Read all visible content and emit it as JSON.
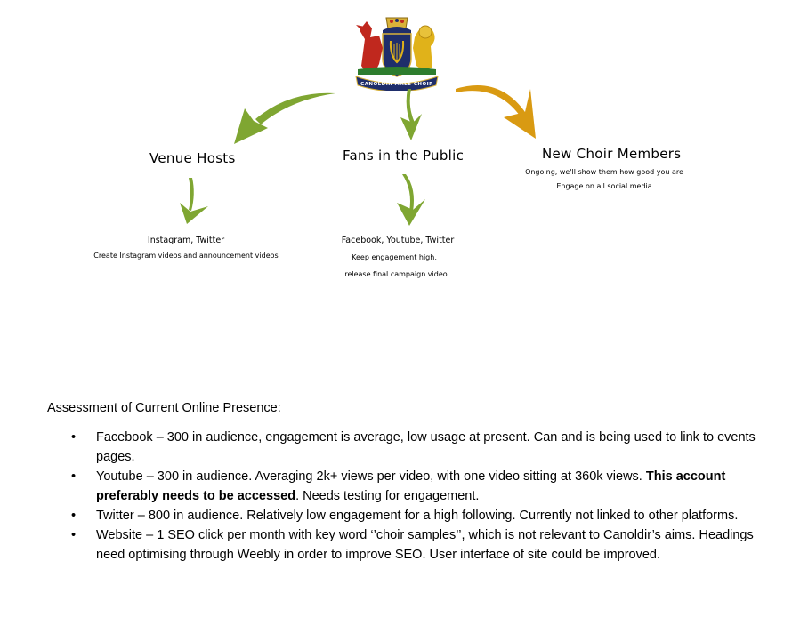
{
  "crest": {
    "banner_text": "CANOLDIR MALE CHOIR",
    "colors": {
      "navy": "#1f2e6b",
      "red": "#c0281e",
      "gold": "#e0b21a",
      "green": "#2e7d2e"
    }
  },
  "arrow_colors": {
    "green": "#7fa632",
    "orange": "#d99a12"
  },
  "audiences": {
    "venue_hosts": {
      "title": "Venue Hosts",
      "channels": "Instagram, Twitter",
      "detail": "Create Instagram videos and announcement videos"
    },
    "fans": {
      "title": "Fans in the Public",
      "channels": "Facebook, Youtube, Twitter",
      "detail_line1": "Keep engagement high,",
      "detail_line2": "release final campaign video"
    },
    "new_members": {
      "title": "New Choir Members",
      "line1": "Ongoing, we'll show them how good you are",
      "line2": "Engage on all social media"
    }
  },
  "assessment": {
    "heading": "Assessment of Current Online Presence:",
    "bullet_glyph": "•",
    "items": [
      {
        "text": "Facebook – 300 in audience, engagement is average, low usage at present. Can and is being used to link to events pages.",
        "bold": "",
        "after": ""
      },
      {
        "text": "Youtube – 300 in audience. Averaging 2k+ views per video, with one video sitting at 360k views. ",
        "bold": "This account preferably needs to be accessed",
        "after": ". Needs testing for engagement."
      },
      {
        "text": "Twitter – 800 in audience. Relatively low engagement for a high following. Currently not linked to other platforms.",
        "bold": "",
        "after": ""
      },
      {
        "text": "Website – 1 SEO click per month with key word ‘’choir samples’’, which is not relevant to Canoldir’s aims. Headings need optimising through Weebly in order to improve SEO. User interface of site could be improved.",
        "bold": "",
        "after": ""
      }
    ]
  }
}
